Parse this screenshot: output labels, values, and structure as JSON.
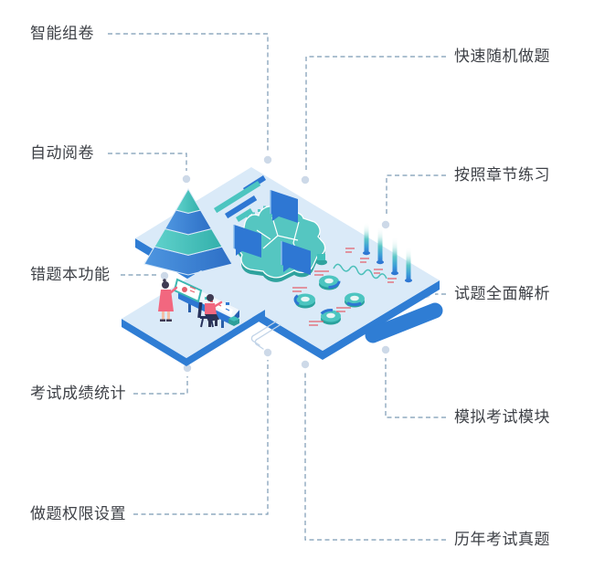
{
  "palette": {
    "background": "#ffffff",
    "label_text": "#3e4147",
    "connector_line": "#7b9ab5",
    "connector_dot": "#cdd9e8",
    "platform_top": "#daeaf8",
    "platform_edge": "#2f7dd4",
    "teal": "#4cc5c0",
    "teal_dark": "#2fa39e",
    "blue": "#2e77d3",
    "blue_light": "#8fc3ea",
    "coral": "#f2677f",
    "red_marks": "#e4606c"
  },
  "features": {
    "left": [
      {
        "label": "智能组卷"
      },
      {
        "label": "自动阅卷"
      },
      {
        "label": "错题本功能"
      },
      {
        "label": "考试成绩统计"
      },
      {
        "label": "做题权限设置"
      }
    ],
    "right": [
      {
        "label": "快速随机做题"
      },
      {
        "label": "按照章节练习"
      },
      {
        "label": "试题全面解析"
      },
      {
        "label": "模拟考试模块"
      },
      {
        "label": "历年考试真题"
      }
    ]
  },
  "illustration": {
    "elements": [
      "pyramid-chart-icon",
      "bar-strips-icon",
      "region-map-icon",
      "screen-panel-icon",
      "glowing-bar-chart-icon",
      "trend-line-icon",
      "donut-chart-icon",
      "control-console-icon",
      "standing-person-icon",
      "sitting-person-icon",
      "ramp-icon"
    ]
  }
}
